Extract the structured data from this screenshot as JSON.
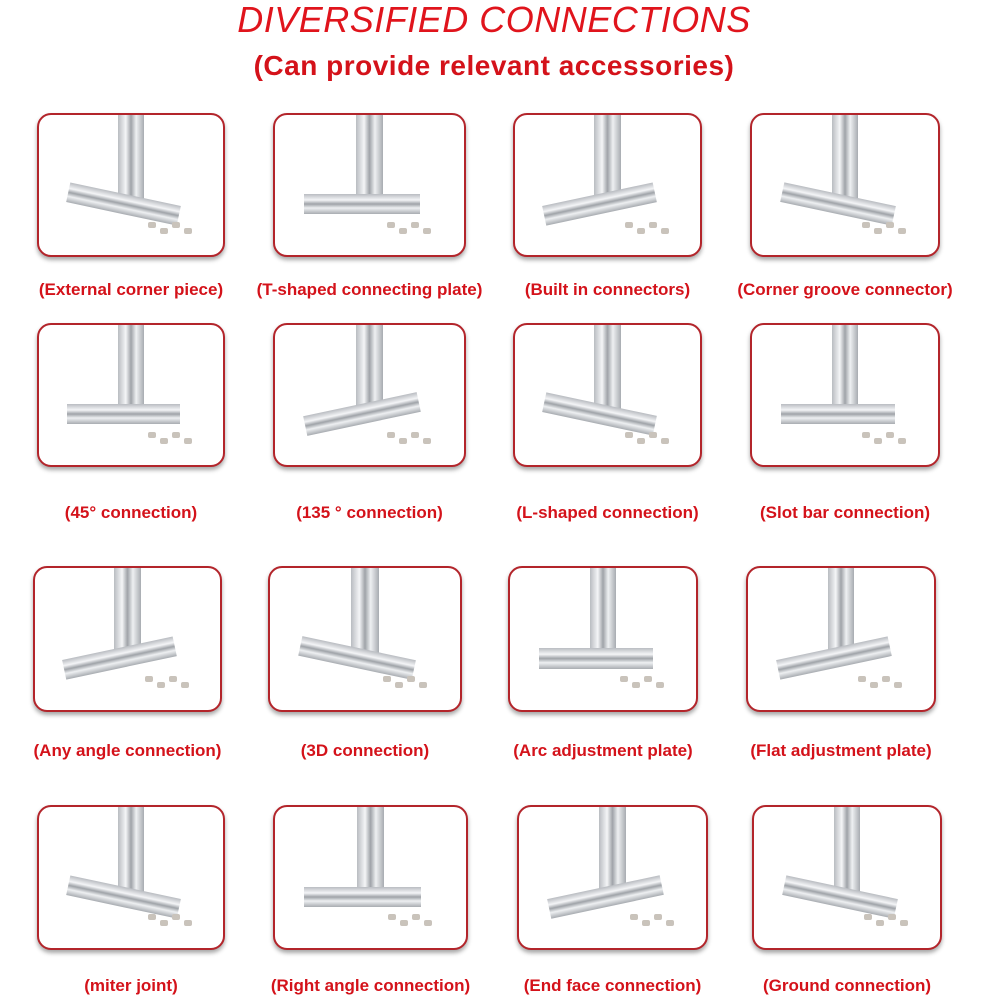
{
  "header": {
    "title": "DIVERSIFIED CONNECTIONS",
    "subtitle": "(Can provide relevant accessories)"
  },
  "items": [
    {
      "label": "(External corner piece)"
    },
    {
      "label": "(T-shaped connecting plate)"
    },
    {
      "label": "(Built in connectors)"
    },
    {
      "label": "(Corner groove connector)"
    },
    {
      "label": "(45° connection)"
    },
    {
      "label": "(135 ° connection)"
    },
    {
      "label": "(L-shaped connection)"
    },
    {
      "label": "(Slot bar connection)"
    },
    {
      "label": "(Any angle connection)"
    },
    {
      "label": "(3D connection)"
    },
    {
      "label": "(Arc adjustment plate)"
    },
    {
      "label": "(Flat adjustment plate)"
    },
    {
      "label": "(miter joint)"
    },
    {
      "label": "(Right angle connection)"
    },
    {
      "label": "(End face connection)"
    },
    {
      "label": "(Ground connection)"
    }
  ],
  "colors": {
    "accent": "#d4121a",
    "border": "#b3252b"
  }
}
